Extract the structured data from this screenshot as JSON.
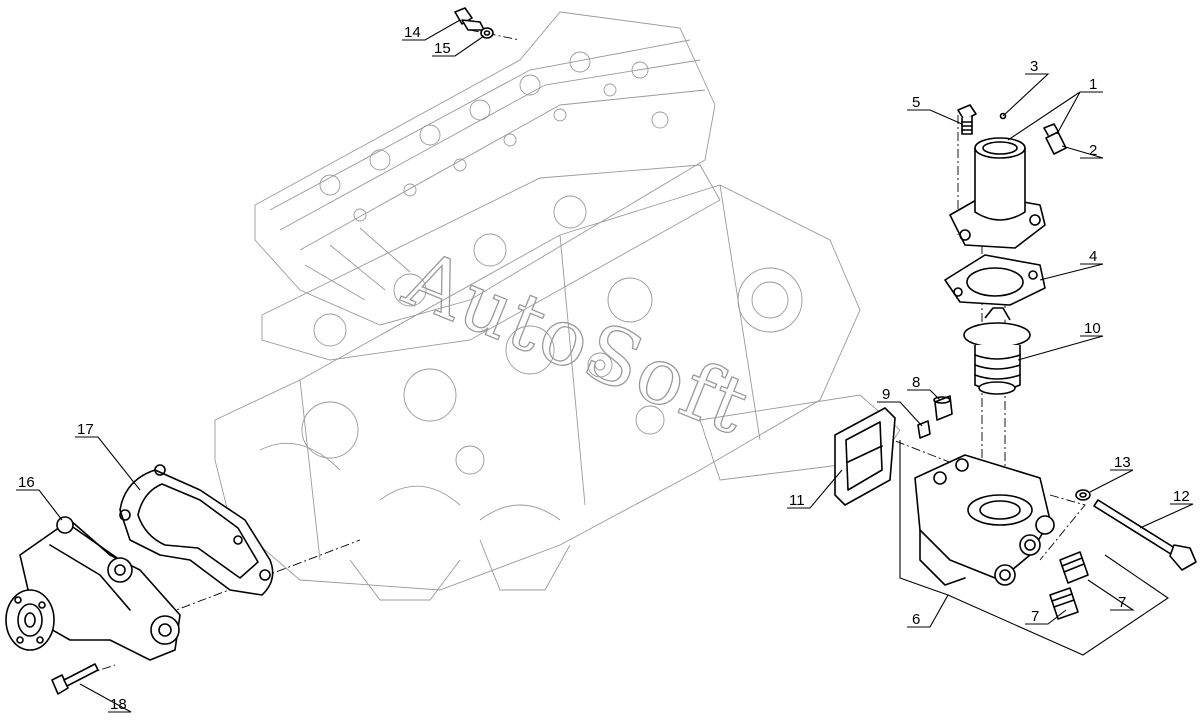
{
  "watermark": "AutoSoft",
  "callouts": [
    {
      "id": "c1",
      "label": "1"
    },
    {
      "id": "c2",
      "label": "2"
    },
    {
      "id": "c3",
      "label": "3"
    },
    {
      "id": "c4",
      "label": "4"
    },
    {
      "id": "c5",
      "label": "5"
    },
    {
      "id": "c6",
      "label": "6"
    },
    {
      "id": "c7a",
      "label": "7"
    },
    {
      "id": "c7b",
      "label": "7"
    },
    {
      "id": "c8",
      "label": "8"
    },
    {
      "id": "c9",
      "label": "9"
    },
    {
      "id": "c10",
      "label": "10"
    },
    {
      "id": "c11",
      "label": "11"
    },
    {
      "id": "c12",
      "label": "12"
    },
    {
      "id": "c13",
      "label": "13"
    },
    {
      "id": "c14",
      "label": "14"
    },
    {
      "id": "c15",
      "label": "15"
    },
    {
      "id": "c16",
      "label": "16"
    },
    {
      "id": "c17",
      "label": "17"
    },
    {
      "id": "c18",
      "label": "18"
    }
  ],
  "colors": {
    "ink": "#000000",
    "ghost": "#9a9a9a",
    "paper": "#ffffff"
  }
}
